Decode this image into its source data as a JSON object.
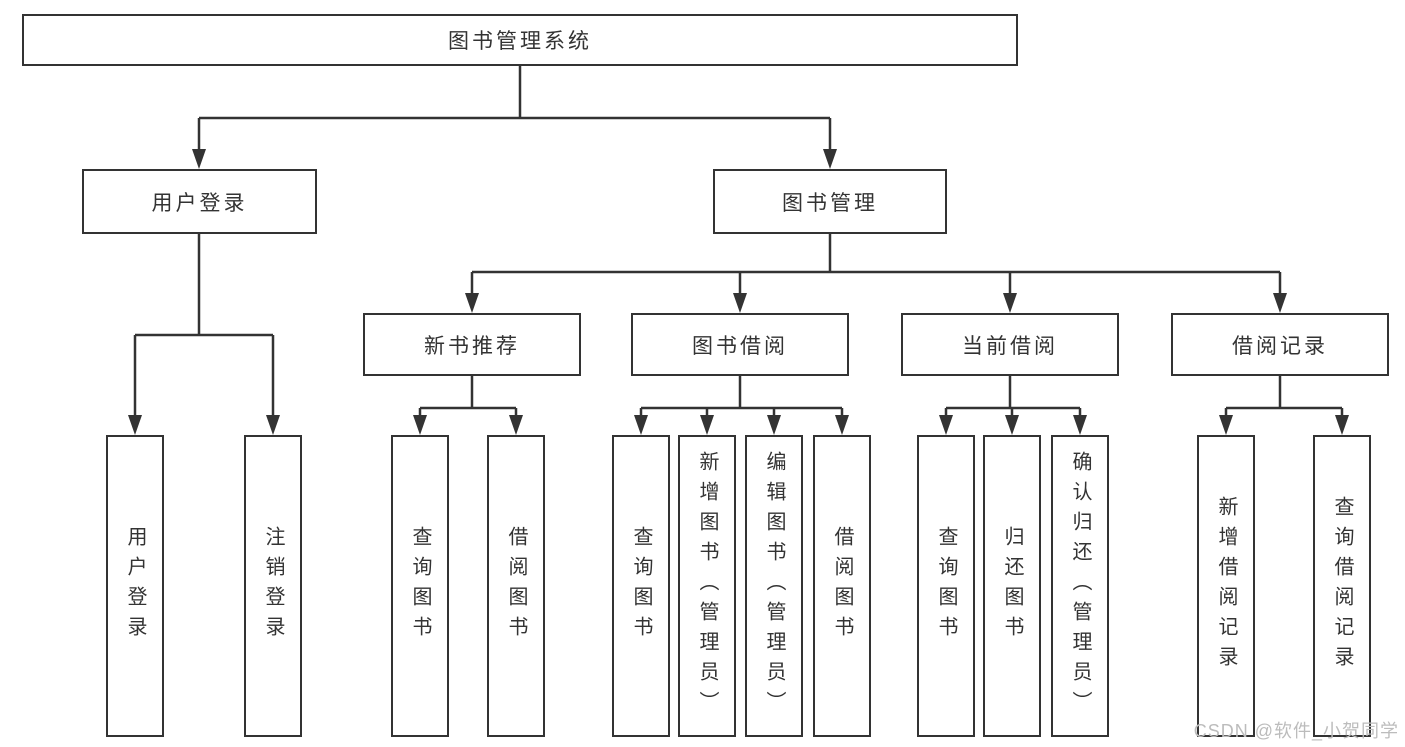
{
  "diagram": {
    "root": {
      "label": "图书管理系统"
    },
    "branches": [
      {
        "label": "用户登录",
        "children": [
          {
            "label": "用户登录"
          },
          {
            "label": "注销登录"
          }
        ]
      },
      {
        "label": "图书管理",
        "children": [
          {
            "label": "新书推荐",
            "children": [
              {
                "label": "查询图书"
              },
              {
                "label": "借阅图书"
              }
            ]
          },
          {
            "label": "图书借阅",
            "children": [
              {
                "label": "查询图书"
              },
              {
                "label": "新增图书（管理员）"
              },
              {
                "label": "编辑图书（管理员）"
              },
              {
                "label": "借阅图书"
              }
            ]
          },
          {
            "label": "当前借阅",
            "children": [
              {
                "label": "查询图书"
              },
              {
                "label": "归还图书"
              },
              {
                "label": "确认归还（管理员）"
              }
            ]
          },
          {
            "label": "借阅记录",
            "children": [
              {
                "label": "新增借阅记录"
              },
              {
                "label": "查询借阅记录"
              }
            ]
          }
        ]
      }
    ]
  },
  "watermark": {
    "text": "CSDN @软件_小贺同学"
  },
  "colors": {
    "line": "#333333",
    "border": "#333333",
    "text": "#333333",
    "watermark": "#bcbcbc",
    "background": "#ffffff"
  }
}
